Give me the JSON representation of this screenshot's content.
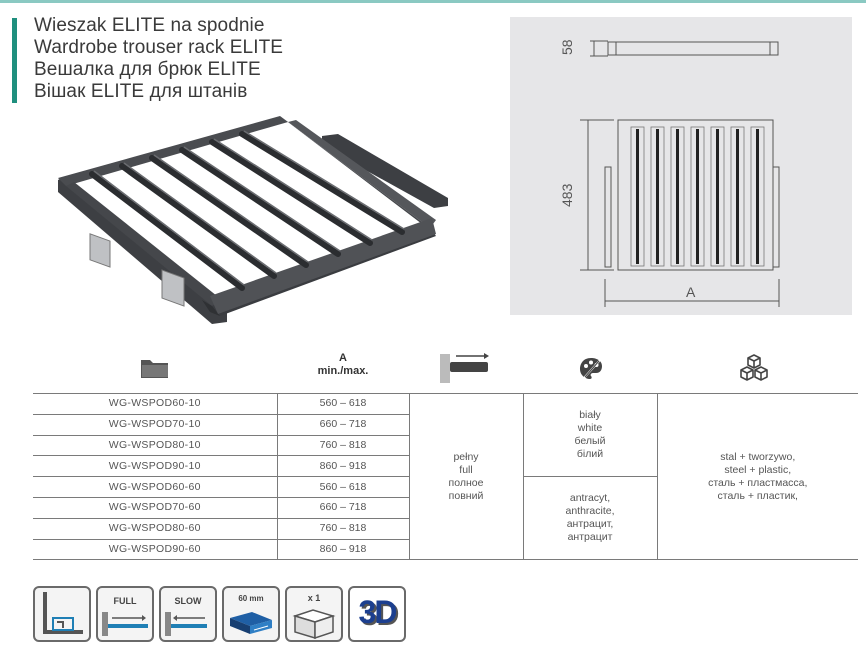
{
  "title_lines": [
    "Wieszak ELITE na spodnie",
    "Wardrobe trouser rack ELITE",
    "Вешалка для брюк ELITE",
    "Вішак ELITE для штанів"
  ],
  "drawing": {
    "height_dim": "58",
    "depth_dim": "483",
    "width_dim": "A"
  },
  "table_header": {
    "range_title": "A",
    "range_sub": "min./max.",
    "icons": [
      "folder-icon",
      "extension-icon",
      "palette-icon",
      "cubes-icon"
    ]
  },
  "rows": [
    {
      "code": "WG-WSPOD60-10",
      "range": "560 – 618"
    },
    {
      "code": "WG-WSPOD70-10",
      "range": "660 – 718"
    },
    {
      "code": "WG-WSPOD80-10",
      "range": "760 – 818"
    },
    {
      "code": "WG-WSPOD90-10",
      "range": "860 – 918"
    },
    {
      "code": "WG-WSPOD60-60",
      "range": "560 – 618"
    },
    {
      "code": "WG-WSPOD70-60",
      "range": "660 – 718"
    },
    {
      "code": "WG-WSPOD80-60",
      "range": "760 – 818"
    },
    {
      "code": "WG-WSPOD90-60",
      "range": "860 – 918"
    }
  ],
  "extension_type": [
    "pełny",
    "full",
    "полное",
    "повний"
  ],
  "colors": {
    "white": [
      "biały",
      "white",
      "белый",
      "білий"
    ],
    "anthracite": [
      "antracyt,",
      "anthracite,",
      "антрацит,",
      "антрацит"
    ]
  },
  "material": [
    "stal + tworzywo,",
    "steel + plastic,",
    "сталь + пластмасса,",
    "сталь + пластик,"
  ],
  "features": {
    "full_label": "FULL",
    "slow_label": "SLOW",
    "mm_label": "60 mm",
    "qty_label": "x 1",
    "three_d_label": "3D"
  },
  "accent_color": "#1f8f7e"
}
